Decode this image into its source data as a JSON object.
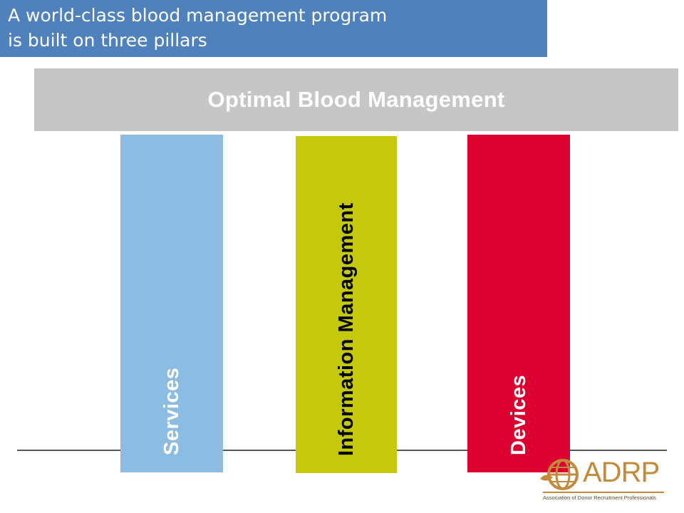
{
  "title": {
    "line1": "A world-class blood management program",
    "line2": "is built on three pillars"
  },
  "roof": {
    "label": "Optimal Blood Management"
  },
  "pillars": [
    {
      "label": "Services",
      "color": "#8dbce3"
    },
    {
      "label": "Information Management",
      "color": "#c4c90b"
    },
    {
      "label": "Devices",
      "color": "#dc0031"
    }
  ],
  "logo": {
    "wordmark": "ADRP",
    "tagline": "Association of Donor Recruitment Professionals",
    "color": "#c28a3a"
  },
  "colors": {
    "title_bg": "#4f81bd",
    "roof_bg": "#c6c6c6"
  }
}
